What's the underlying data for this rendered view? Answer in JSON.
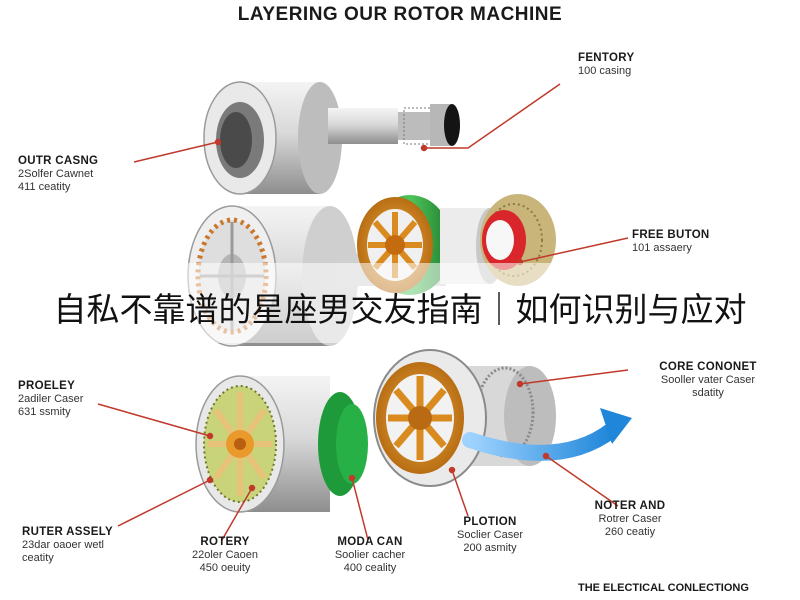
{
  "title": "LAYERING OUR ROTOR MACHINE",
  "banner": "自私不靠谱的星座男交友指南｜如何识别与应对",
  "footer": "THE ELECTICAL CONLECTIONG",
  "colors": {
    "callout_line": "#c0392b",
    "gear": "#d98b1f",
    "green_ring": "#3aa845",
    "blue_arrow": "#2b8fd6",
    "metal": "#d6d6d6"
  },
  "callouts": {
    "fentory": {
      "title": "FENTORY",
      "lines": [
        "100 casing"
      ]
    },
    "outr_casng": {
      "title": "OUTR CASNG",
      "lines": [
        "2Solfer Cawnet",
        "411 ceatity"
      ]
    },
    "free_buton": {
      "title": "FREE BUTON",
      "lines": [
        "101 assaery"
      ]
    },
    "proeley": {
      "title": "PROELEY",
      "lines": [
        "2adiler Caser",
        "631 ssmity"
      ]
    },
    "core_cononet": {
      "title": "CORE CONONET",
      "lines": [
        "Sooller vater Caser",
        "sdatity"
      ]
    },
    "ruter_assely": {
      "title": "RUTER ASSELY",
      "lines": [
        "23dar oaoer wetl",
        "ceatity"
      ]
    },
    "rotery": {
      "title": "ROTERY",
      "lines": [
        "22oler Caoen",
        "450 oeuity"
      ]
    },
    "moda_can": {
      "title": "MODA CAN",
      "lines": [
        "Soolier cacher",
        "400 ceality"
      ]
    },
    "plotion": {
      "title": "PLOTION",
      "lines": [
        "Soclier Caser",
        "200 asmity"
      ]
    },
    "noter_and": {
      "title": "NOTER AND",
      "lines": [
        "Rotrer Caser",
        "260 ceatiy"
      ]
    }
  }
}
